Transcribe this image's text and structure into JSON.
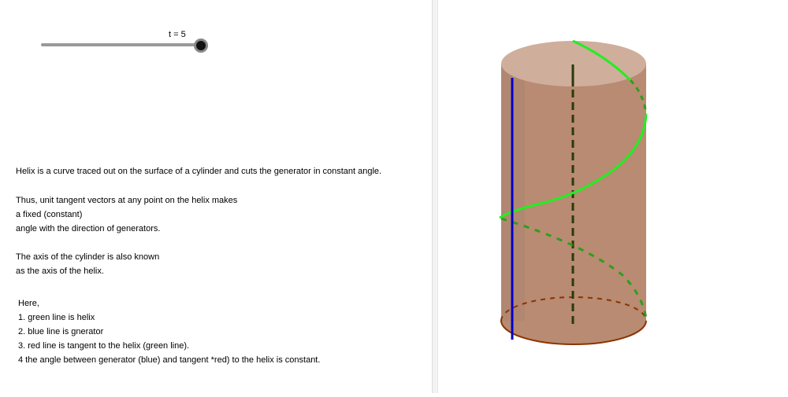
{
  "slider": {
    "label": "t = 5",
    "value": 5,
    "fraction": 1.0
  },
  "text": {
    "p1": "Helix is a curve traced out on the surface of a cylinder and cuts the generator in constant angle.",
    "p2": [
      "Thus, unit tangent vectors at any point on the helix makes",
      "a fixed (constant)",
      "angle with the direction of generators."
    ],
    "p3": [
      "The axis of the cylinder is also known",
      "as the axis of the helix."
    ],
    "p4": [
      "Here,",
      "1. green line is helix",
      "2. blue line is gnerator",
      "3. red line is tangent to the helix (green line).",
      "4 the angle between generator (blue) and tangent *red) to the helix is constant."
    ]
  },
  "colors": {
    "helix": "#22ee22",
    "helix_hidden": "#2e9e1a",
    "generator": "#0000cc",
    "axis": "#2b3a0a",
    "cylinder": "#b88b72",
    "cylinder_top": "#cfae9c",
    "base_edge": "#8b3300"
  }
}
